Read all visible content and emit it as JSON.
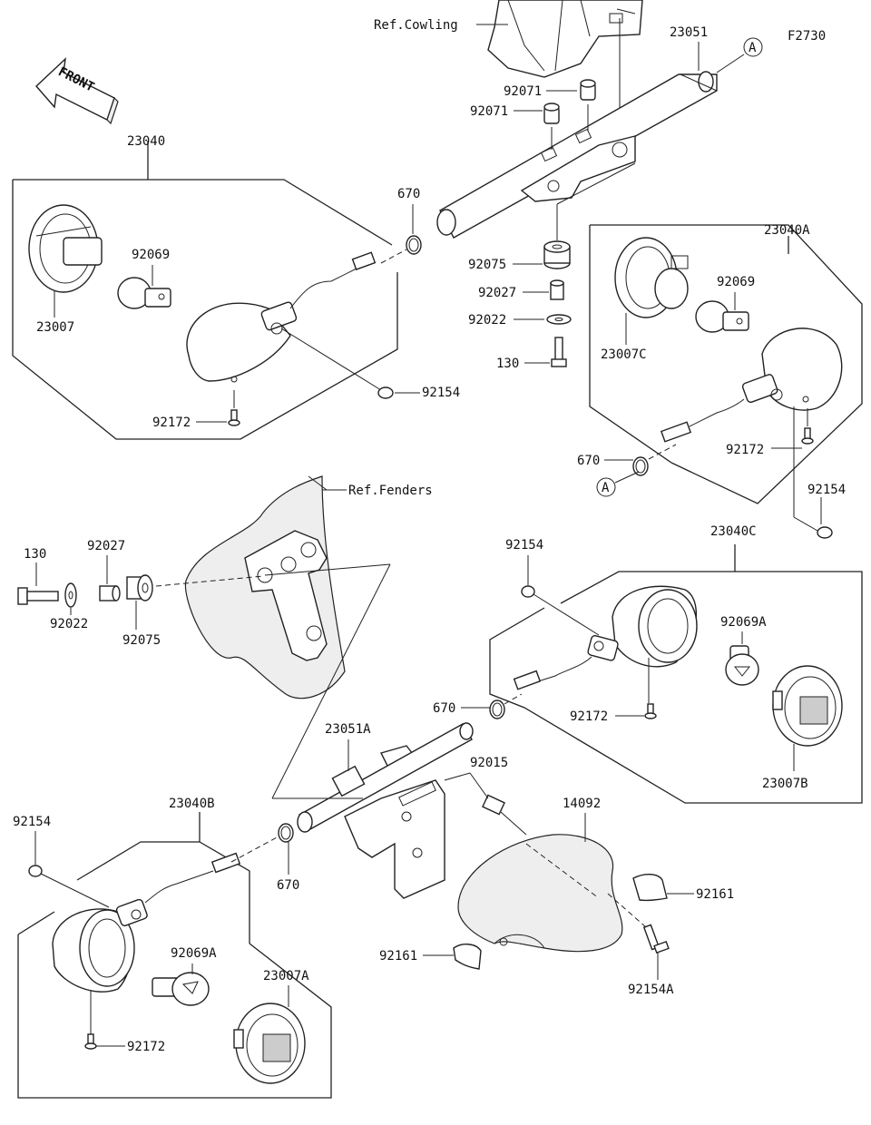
{
  "diagram_code": "F2730",
  "front_label": "FRONT",
  "refs": {
    "cowling": "Ref.Cowling",
    "fenders": "Ref.Fenders"
  },
  "callout_a": "A",
  "parts": {
    "p23051": "23051",
    "p92071_a": "92071",
    "p92071_b": "92071",
    "p23040": "23040",
    "p670_top": "670",
    "p92069_left": "92069",
    "p23007": "23007",
    "p92154_top": "92154",
    "p92172_left": "92172",
    "p92075_top": "92075",
    "p92027_top": "92027",
    "p92022_top": "92022",
    "p130_top": "130",
    "p23040A": "23040A",
    "p92069_right": "92069",
    "p23007C": "23007C",
    "p92172_right": "92172",
    "p670_right": "670",
    "p92154_right": "92154",
    "p130_mid": "130",
    "p92027_mid": "92027",
    "p92022_mid": "92022",
    "p92075_mid": "92075",
    "p92154_c": "92154",
    "p23040C": "23040C",
    "p92069A_c": "92069A",
    "p670_c": "670",
    "p92172_c": "92172",
    "p23007B": "23007B",
    "p23051A": "23051A",
    "p92015": "92015",
    "p14092": "14092",
    "p92161_right": "92161",
    "p92161_left": "92161",
    "p92154A": "92154A",
    "p92154_b": "92154",
    "p23040B": "23040B",
    "p670_b": "670",
    "p92069A_b": "92069A",
    "p23007A": "23007A",
    "p92172_b": "92172"
  }
}
